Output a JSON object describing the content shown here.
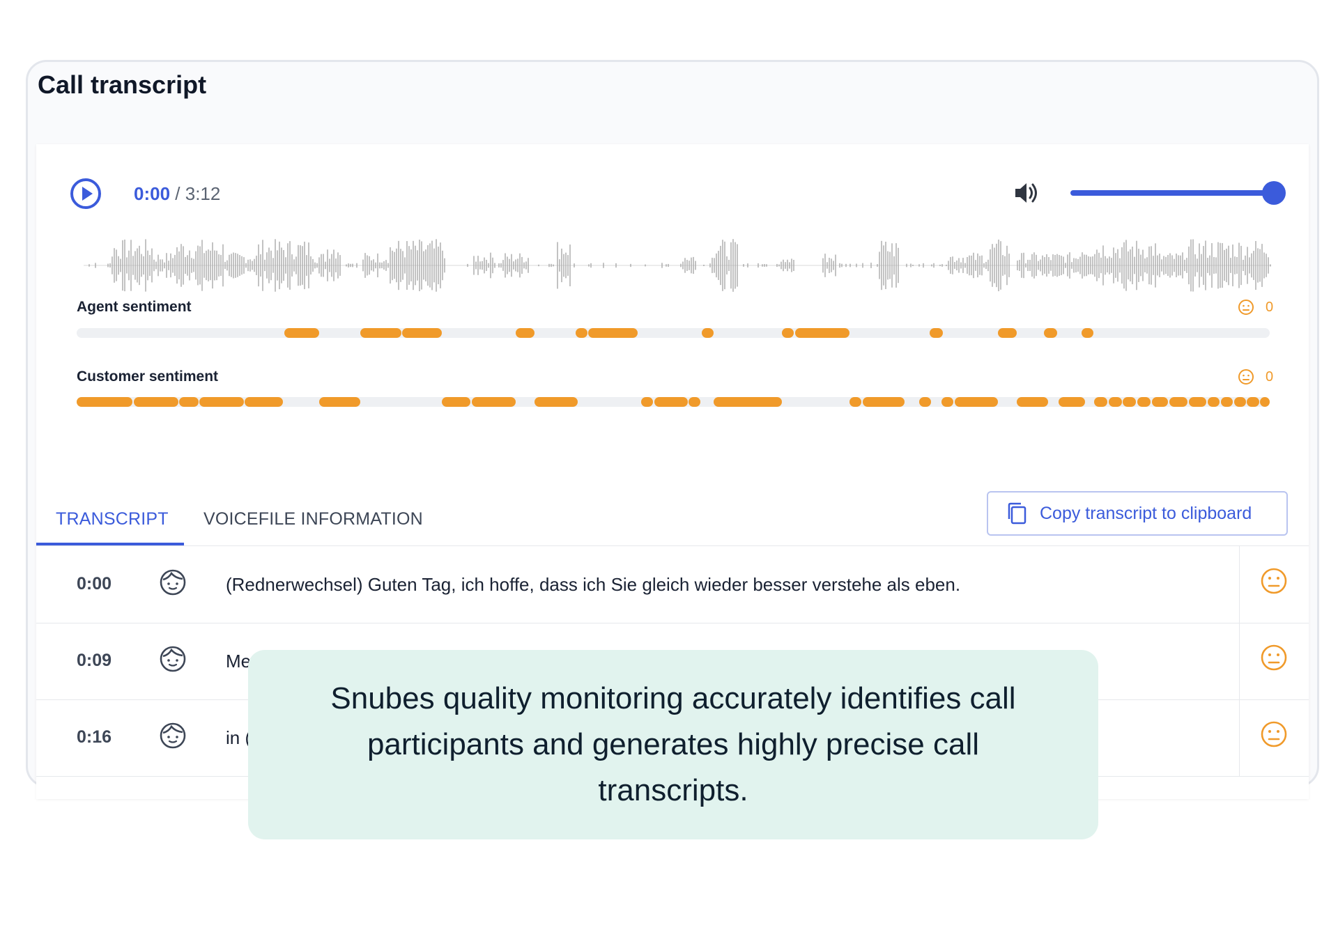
{
  "card": {
    "title": "Call transcript"
  },
  "player": {
    "current_time": "0:00",
    "duration": "/ 3:12",
    "volume_level": 1.0,
    "accent": "#3b5bdb"
  },
  "sentiment": {
    "accent": "#f09a2a",
    "agent": {
      "label": "Agent sentiment",
      "count": "0"
    },
    "customer": {
      "label": "Customer sentiment",
      "count": "0"
    }
  },
  "tabs": [
    {
      "label": "TRANSCRIPT",
      "active": true
    },
    {
      "label": "VOICEFILE INFORMATION",
      "active": false
    }
  ],
  "copy_button": {
    "label": "Copy transcript to clipboard",
    "icon": "copy-icon"
  },
  "transcript": [
    {
      "time": "0:00",
      "speaker_icon": "agent-face-icon",
      "text": "(Rednerwechsel) Guten Tag, ich hoffe, dass ich Sie gleich wieder besser verstehe als eben.",
      "sentiment_icon": "neutral-face-icon"
    },
    {
      "time": "0:09",
      "speaker_icon": "agent-face-icon",
      "text": "Me",
      "sentiment_icon": "neutral-face-icon"
    },
    {
      "time": "0:16",
      "speaker_icon": "agent-face-icon",
      "text": "in (",
      "sentiment_icon": "neutral-face-icon"
    }
  ],
  "overlay": {
    "text": "Snubes quality monitoring accurately identifies call participants and generates highly precise call transcripts."
  }
}
